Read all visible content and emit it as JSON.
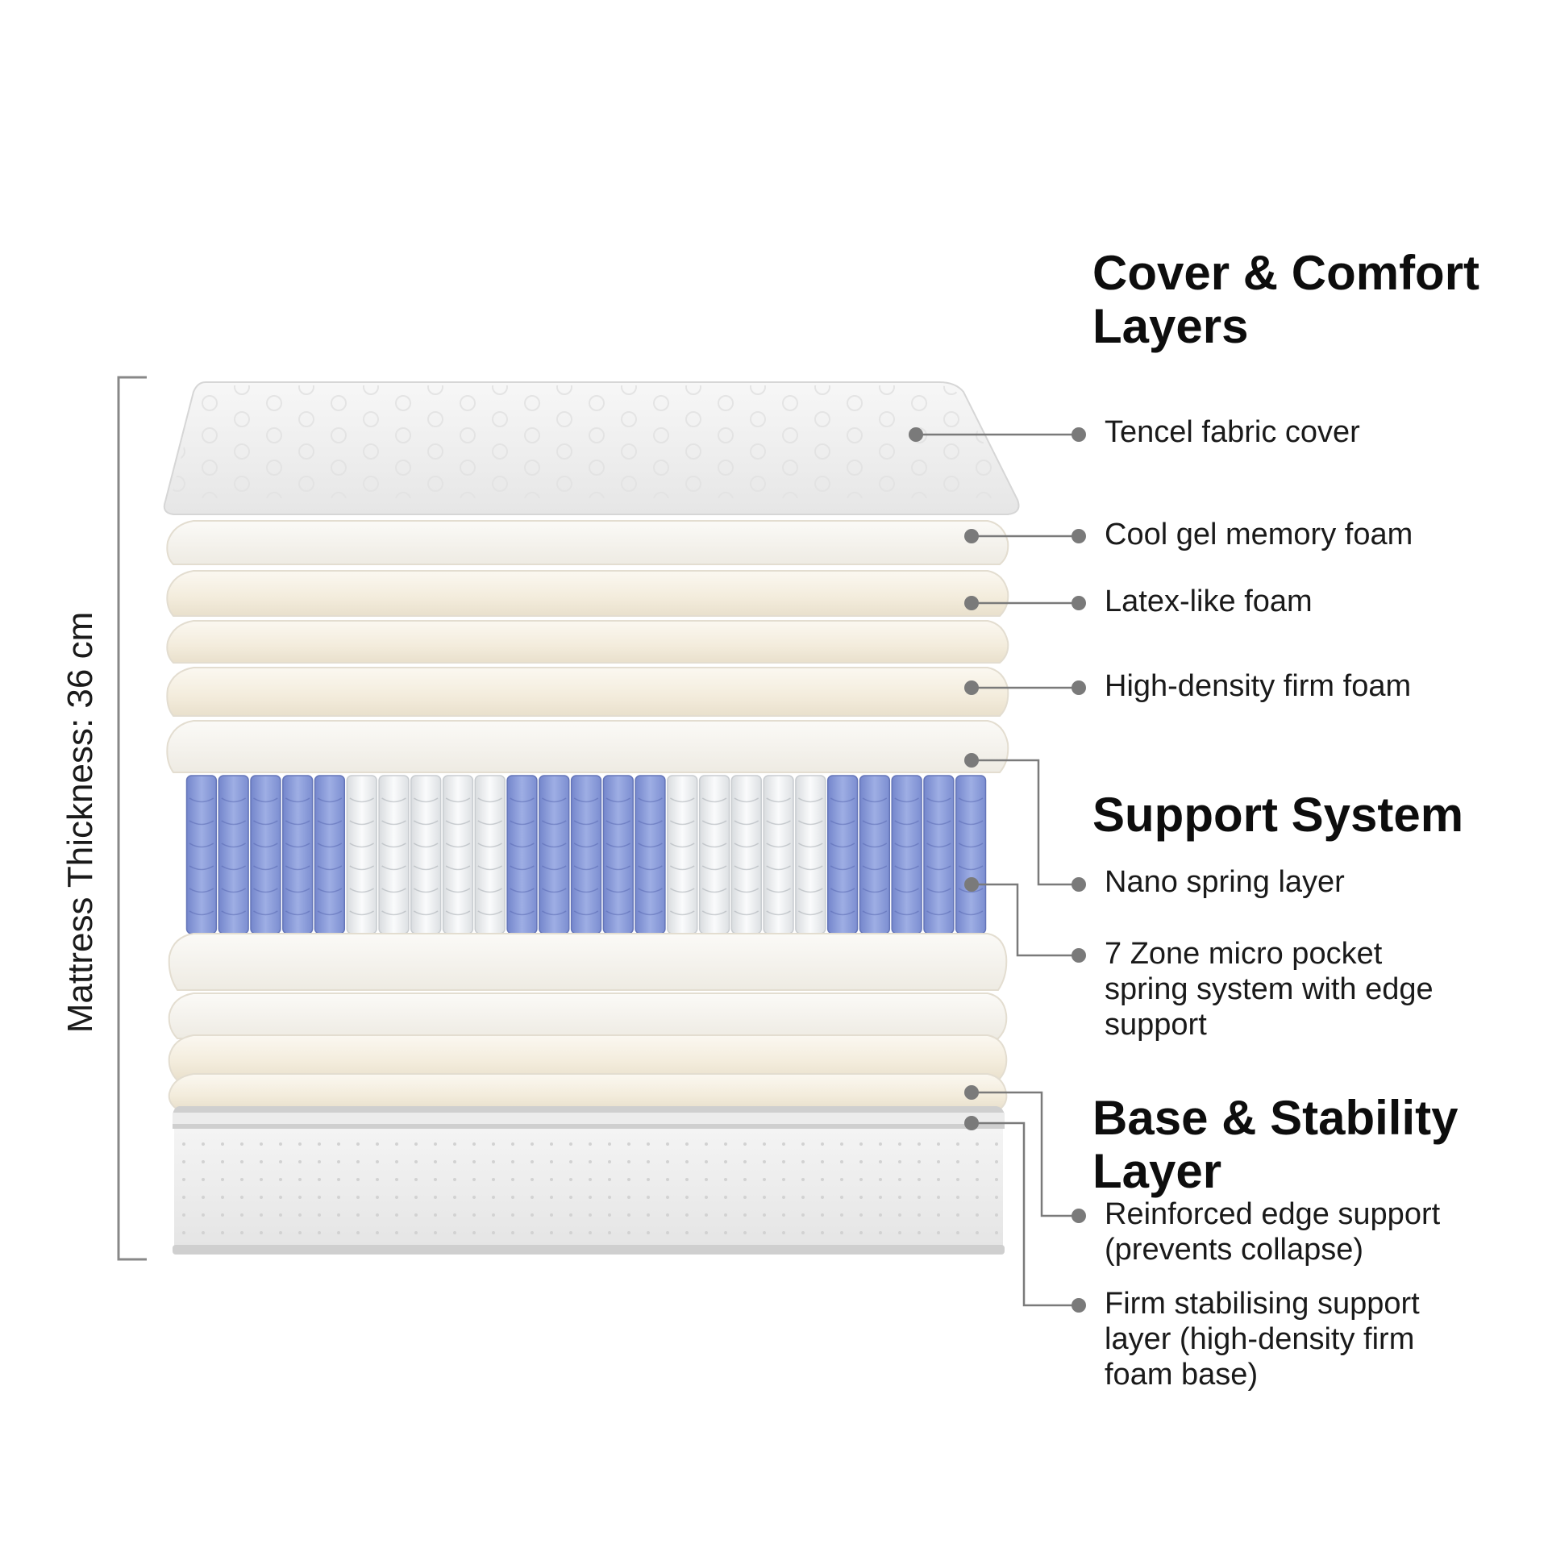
{
  "headings": {
    "cover_comfort": [
      "Cover & Comfort",
      "Layers"
    ],
    "support": [
      "Support System"
    ],
    "base": [
      "Base & Stability",
      "Layer"
    ]
  },
  "labels": {
    "tencel": [
      "Tencel fabric cover"
    ],
    "gel": [
      "Cool gel memory foam"
    ],
    "latex": [
      "Latex-like foam"
    ],
    "hd_firm": [
      "High-density firm foam"
    ],
    "nano": [
      "Nano spring layer"
    ],
    "pocket": [
      "7 Zone micro pocket",
      "spring system with edge",
      "support"
    ],
    "edge": [
      "Reinforced edge support",
      "(prevents collapse)"
    ],
    "base": [
      "Firm stabilising support",
      "layer (high-density firm",
      "foam base)"
    ]
  },
  "thickness_label": "Mattress Thickness: 36 cm",
  "colors": {
    "blue_spring": "#8e9fdb",
    "white_spring": "#eef0f2",
    "foam": "#f4eee0",
    "cover": "#fafafa",
    "leader": "#7a7a7a"
  },
  "spring_zones": [
    "blue",
    "white",
    "blue",
    "white",
    "blue"
  ]
}
